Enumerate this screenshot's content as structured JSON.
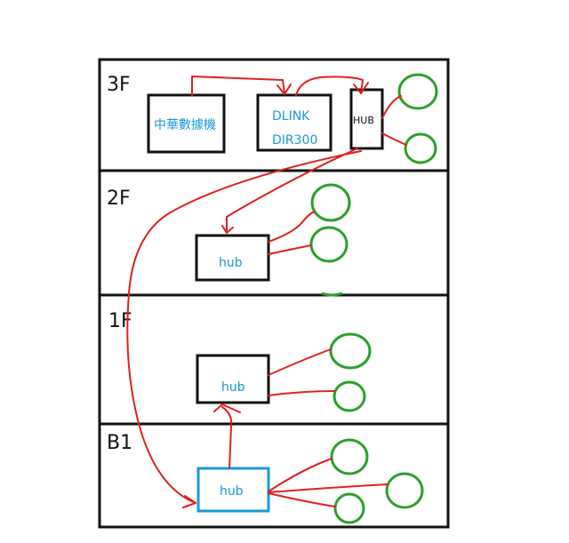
{
  "floors": [
    {
      "id": "3F",
      "label": "3F"
    },
    {
      "id": "2F",
      "label": "2F"
    },
    {
      "id": "1F",
      "label": "1F"
    },
    {
      "id": "B1",
      "label": "B1"
    }
  ],
  "devices": {
    "modem": {
      "label": "中華數據機"
    },
    "router": {
      "line1": "DLINK",
      "line2": "DIR300"
    },
    "hub_3f": {
      "label": "HUB"
    },
    "hub_2f": {
      "label": "hub"
    },
    "hub_1f": {
      "label": "hub"
    },
    "hub_b1": {
      "label": "hub"
    }
  },
  "colors": {
    "wire": "#e02020",
    "client": "#2aa02a",
    "outline": "#111111",
    "label_blue": "#1a9ad6",
    "hub_b1_border": "#1a9ad6"
  }
}
